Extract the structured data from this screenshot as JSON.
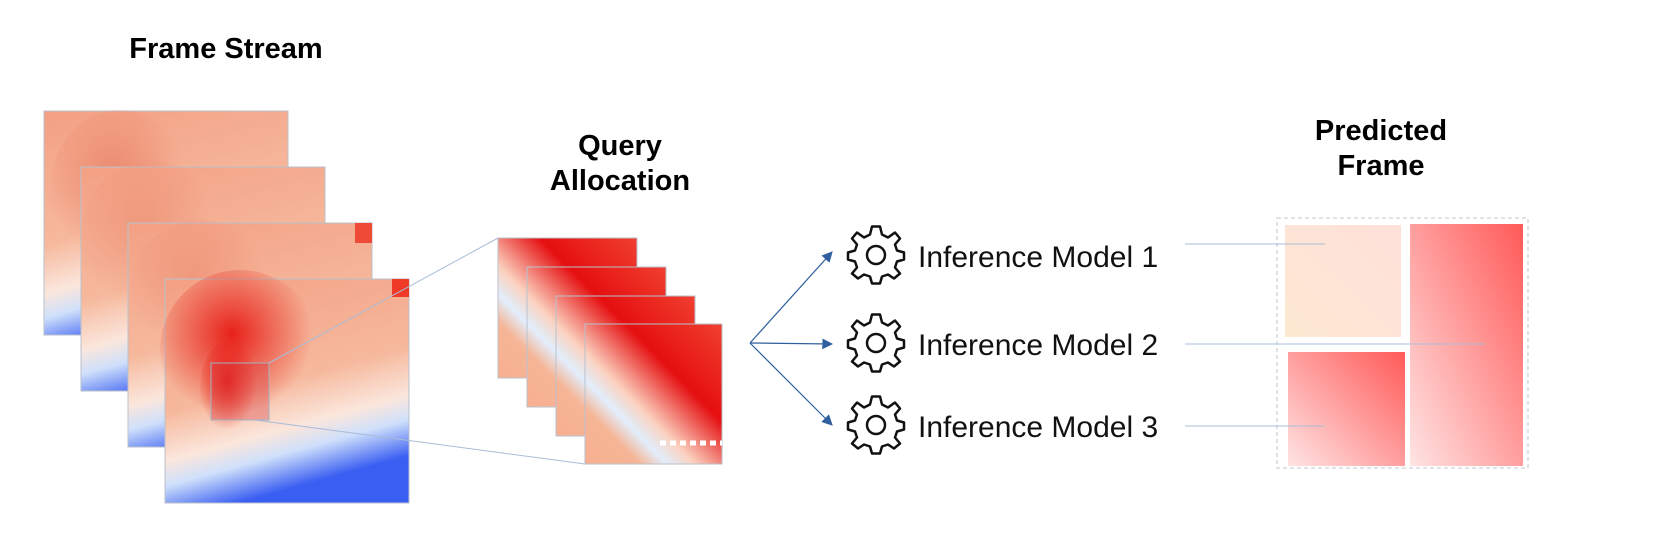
{
  "sections": {
    "frame_stream": {
      "title": "Frame Stream",
      "frame_count": 4
    },
    "query_allocation": {
      "title_line1": "Query",
      "title_line2": "Allocation",
      "crop_count": 4
    },
    "inference": {
      "models": [
        {
          "label": "Inference Model 1",
          "icon": "gear-icon"
        },
        {
          "label": "Inference Model 2",
          "icon": "gear-icon"
        },
        {
          "label": "Inference Model 3",
          "icon": "gear-icon"
        }
      ]
    },
    "predicted_frame": {
      "title_line1": "Predicted",
      "title_line2": "Frame"
    }
  },
  "colors": {
    "arrow": "#2f5f9e",
    "connector": "#a9bcd8",
    "heat_hot": "#e8120f",
    "heat_warm": "#f5a88a",
    "heat_cold": "#3050f0",
    "region_1": "#fde6d6",
    "region_2": "#ff6464",
    "region_3": "#ff6a6a"
  }
}
